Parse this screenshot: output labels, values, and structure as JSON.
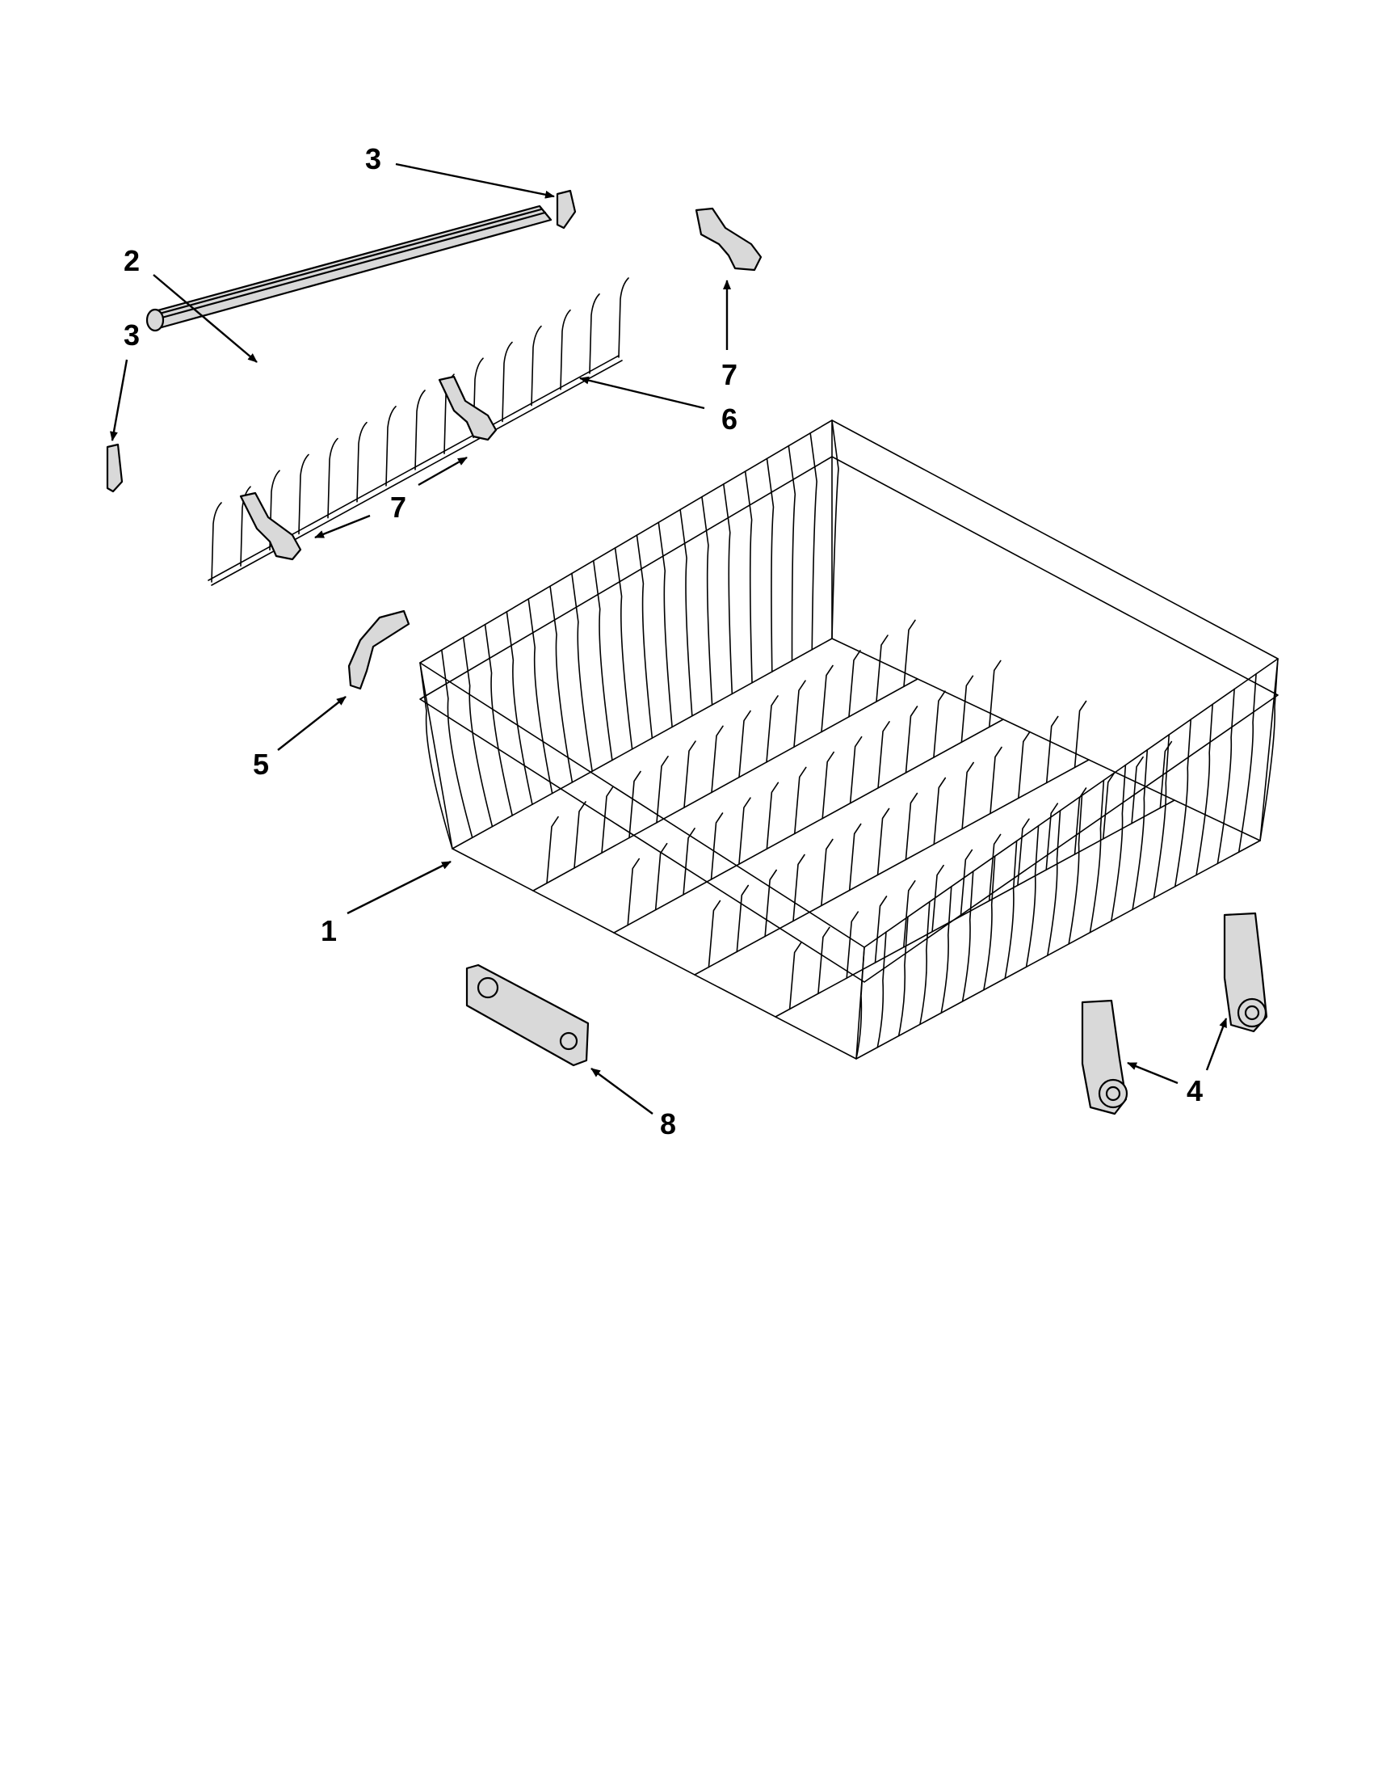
{
  "diagram": {
    "callouts": [
      {
        "id": "c3-top",
        "text": "3"
      },
      {
        "id": "c2",
        "text": "2"
      },
      {
        "id": "c3-left",
        "text": "3"
      },
      {
        "id": "c7-top",
        "text": "7"
      },
      {
        "id": "c6",
        "text": "6"
      },
      {
        "id": "c7-mid",
        "text": "7"
      },
      {
        "id": "c5",
        "text": "5"
      },
      {
        "id": "c1",
        "text": "1"
      },
      {
        "id": "c8",
        "text": "8"
      },
      {
        "id": "c4",
        "text": "4"
      }
    ]
  }
}
